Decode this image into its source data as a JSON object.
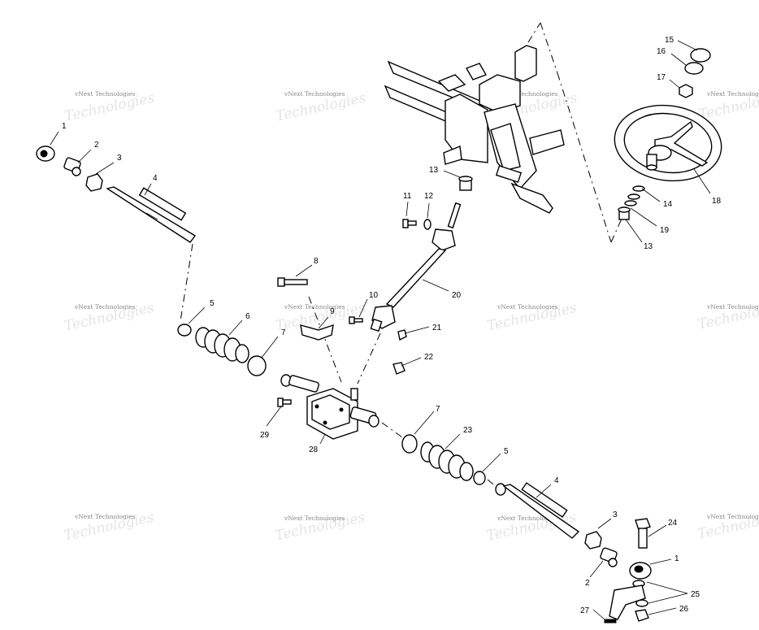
{
  "watermark": "vNext Technologies",
  "labels": [
    {
      "id": "l1a",
      "text": "1"
    },
    {
      "id": "l2a",
      "text": "2"
    },
    {
      "id": "l3a",
      "text": "3"
    },
    {
      "id": "l4a",
      "text": "4"
    },
    {
      "id": "l5a",
      "text": "5"
    },
    {
      "id": "l6",
      "text": "6"
    },
    {
      "id": "l7a",
      "text": "7"
    },
    {
      "id": "l8",
      "text": "8"
    },
    {
      "id": "l9",
      "text": "9"
    },
    {
      "id": "l10",
      "text": "10"
    },
    {
      "id": "l11",
      "text": "11"
    },
    {
      "id": "l12",
      "text": "12"
    },
    {
      "id": "l13a",
      "text": "13"
    },
    {
      "id": "l13b",
      "text": "13"
    },
    {
      "id": "l14",
      "text": "14"
    },
    {
      "id": "l15",
      "text": "15"
    },
    {
      "id": "l16",
      "text": "16"
    },
    {
      "id": "l17",
      "text": "17"
    },
    {
      "id": "l18",
      "text": "18"
    },
    {
      "id": "l19",
      "text": "19"
    },
    {
      "id": "l20",
      "text": "20"
    },
    {
      "id": "l21",
      "text": "21"
    },
    {
      "id": "l22",
      "text": "22"
    },
    {
      "id": "l7b",
      "text": "7"
    },
    {
      "id": "l23",
      "text": "23"
    },
    {
      "id": "l5b",
      "text": "5"
    },
    {
      "id": "l28",
      "text": "28"
    },
    {
      "id": "l29",
      "text": "29"
    },
    {
      "id": "l4b",
      "text": "4"
    },
    {
      "id": "l3b",
      "text": "3"
    },
    {
      "id": "l24",
      "text": "24"
    },
    {
      "id": "l1b",
      "text": "1"
    },
    {
      "id": "l2b",
      "text": "2"
    },
    {
      "id": "l25",
      "text": "25"
    },
    {
      "id": "l27",
      "text": "27"
    },
    {
      "id": "l26",
      "text": "26"
    }
  ]
}
